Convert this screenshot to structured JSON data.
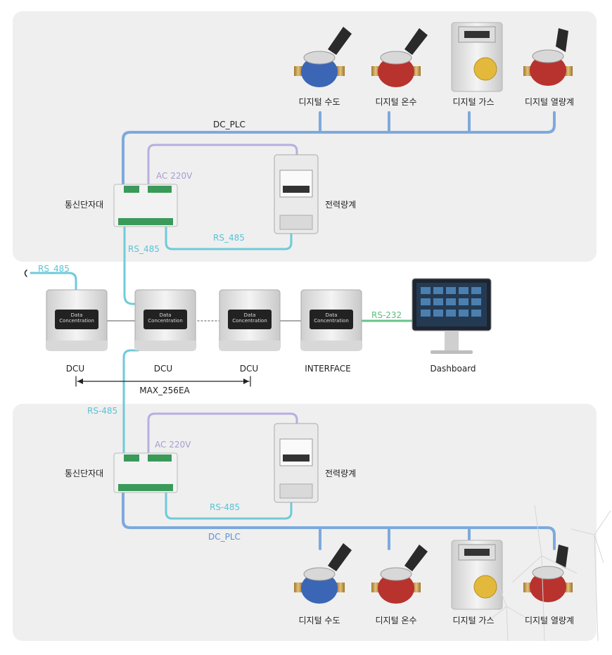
{
  "top_section": {
    "meters": [
      "디지털 수도",
      "디지털 온수",
      "디지털 가스",
      "디지털 열량계"
    ],
    "bus_label": "DC_PLC",
    "terminal_label": "통신단자대",
    "power_label": "AC 220V",
    "power_meter_label": "전력량계",
    "rs_label": "RS_485",
    "uplink_label": "RS_485"
  },
  "middle_section": {
    "input_label": "RS_485",
    "units": [
      "DCU",
      "DCU",
      "DCU",
      "INTERFACE"
    ],
    "pc_link_label": "RS-232",
    "pc_label": "Dashboard",
    "range_label": "MAX_256EA",
    "screen_text": "Data Concentration"
  },
  "bottom_section": {
    "uplink_label": "RS-485",
    "terminal_label": "통신단자대",
    "power_label": "AC 220V",
    "power_meter_label": "전력량계",
    "rs_label": "RS-485",
    "bus_label": "DC_PLC",
    "meters": [
      "디지털 수도",
      "디지털 온수",
      "디지털 가스",
      "디지털 열량계"
    ]
  },
  "colors": {
    "bus_blue": "#7da9dd",
    "rs_cyan": "#6fcbd9",
    "power_lavender": "#b8aee0",
    "rs232_green": "#66c38a",
    "panel_bg": "#efefef"
  }
}
